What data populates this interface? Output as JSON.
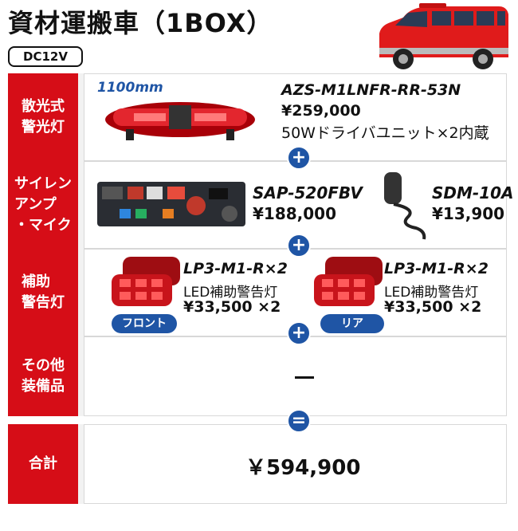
{
  "header": {
    "title": "資材運搬車（1BOX）",
    "voltage": "DC12V"
  },
  "rows": [
    {
      "label": "散光式\n警光灯",
      "length": "1100mm",
      "model": "AZS-M1LNFR-RR-53N",
      "price": "¥259,000",
      "note": "50Wドライバユニット×2内蔵"
    },
    {
      "label": "サイレン\nアンプ\n・マイク",
      "amp_model": "SAP-520FBV",
      "amp_price": "¥188,000",
      "mic_model": "SDM-10A",
      "mic_price": "¥13,900"
    },
    {
      "label": "補助\n警告灯",
      "front": {
        "model": "LP3-M1-R×2",
        "desc": "LED補助警告灯",
        "price": "¥33,500 ×2",
        "tag": "フロント"
      },
      "rear": {
        "model": "LP3-M1-R×2",
        "desc": "LED補助警告灯",
        "price": "¥33,500 ×2",
        "tag": "リア"
      }
    },
    {
      "label": "その他\n装備品",
      "value": "―"
    },
    {
      "label": "合計",
      "value": "￥594,900"
    }
  ],
  "symbols": {
    "plus": "+",
    "equals": "="
  },
  "colors": {
    "label_red": "#d60d17",
    "accent_blue": "#1f55a5"
  }
}
